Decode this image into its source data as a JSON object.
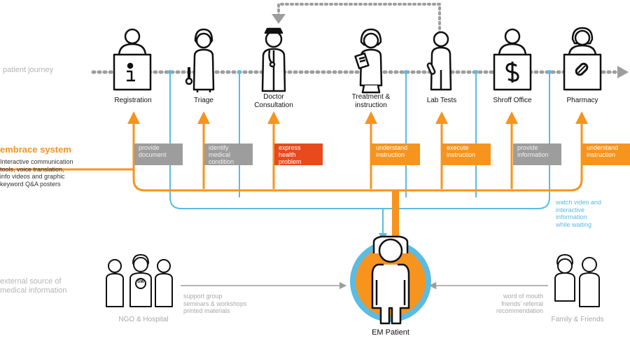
{
  "sections": {
    "patient_journey": "patient journey",
    "embrace_title": "embrace system",
    "embrace_desc": "Interactive communication\ntools, voice translation,\ninfo videos and graphic\nkeyword Q&A posters",
    "external_source": "external source of\nmedical information"
  },
  "stations": [
    {
      "label": "Registration",
      "icon": "information-icon"
    },
    {
      "label": "Triage",
      "icon": "thermometer-icon"
    },
    {
      "label": "Doctor\nConsultation",
      "icon": "stethoscope-icon"
    },
    {
      "label": "Treatment &\ninstruction",
      "icon": "clipboard-icon"
    },
    {
      "label": "Lab Tests",
      "icon": "test-tube-icon"
    },
    {
      "label": "Shroff Office",
      "icon": "dollar-icon"
    },
    {
      "label": "Pharmacy",
      "icon": "pill-icon"
    }
  ],
  "actions": [
    {
      "label": "provide\ndocument",
      "style": "gray"
    },
    {
      "label": "identify\nmedical\ncondition",
      "style": "gray"
    },
    {
      "label": "express\nhealth\nproblem",
      "style": "red"
    },
    {
      "label": "understand\ninstruction",
      "style": "orange"
    },
    {
      "label": "execute\ninstruction",
      "style": "orange"
    },
    {
      "label": "provide\ninformation",
      "style": "gray"
    },
    {
      "label": "understand\ninstruction",
      "style": "orange"
    }
  ],
  "watch_note": "watch video and\ninteractive\ninformation\nwhile waiting",
  "patient_label": "EM Patient",
  "left_group": {
    "label": "NGO & Hospital",
    "badge": "SW",
    "note": "support group\nseminars & workshops\nprinted materials"
  },
  "right_group": {
    "label": "Family & Friends",
    "note": "word of mouth\nfriends' referral\nrecommendation"
  },
  "colors": {
    "orange": "#f7941d",
    "blue": "#5bbbe3",
    "gray": "#9d9d9d",
    "red": "#e8491d",
    "dark": "#111111"
  }
}
